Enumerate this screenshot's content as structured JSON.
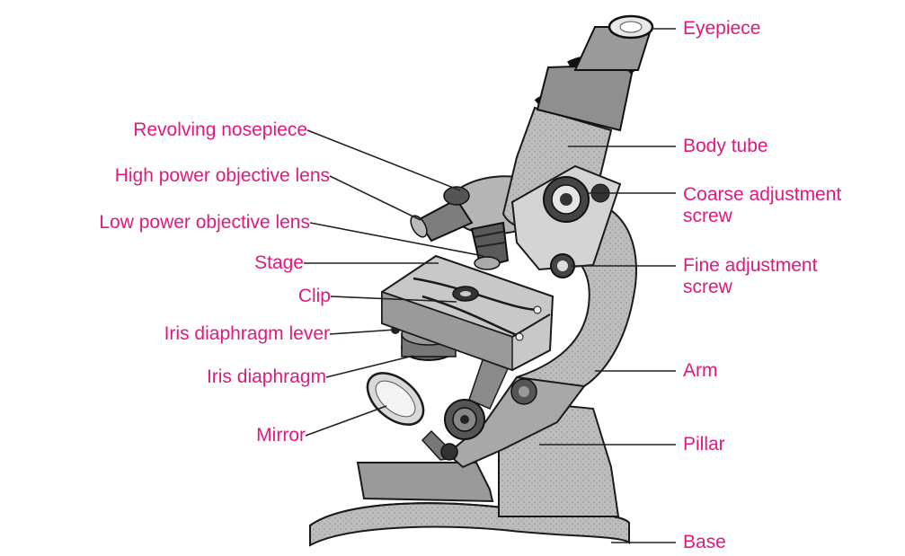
{
  "labels": {
    "eyepiece": "Eyepiece",
    "body_tube": "Body tube",
    "coarse_adjustment_line1": "Coarse adjustment",
    "coarse_adjustment_line2": "screw",
    "fine_adjustment_line1": "Fine adjustment",
    "fine_adjustment_line2": "screw",
    "arm": "Arm",
    "pillar": "Pillar",
    "base": "Base",
    "revolving_nosepiece": "Revolving nosepiece",
    "high_power_objective": "High power objective lens",
    "low_power_objective": "Low power objective lens",
    "stage": "Stage",
    "clip": "Clip",
    "iris_diaphragm_lever": "Iris diaphragm lever",
    "iris_diaphragm": "Iris diaphragm",
    "mirror": "Mirror"
  },
  "colors": {
    "label_text": "#e0197f",
    "leader_line": "#222222",
    "microscope_fill": "#b9b9b9",
    "microscope_dark": "#444444",
    "microscope_outline": "#1a1a1a"
  }
}
